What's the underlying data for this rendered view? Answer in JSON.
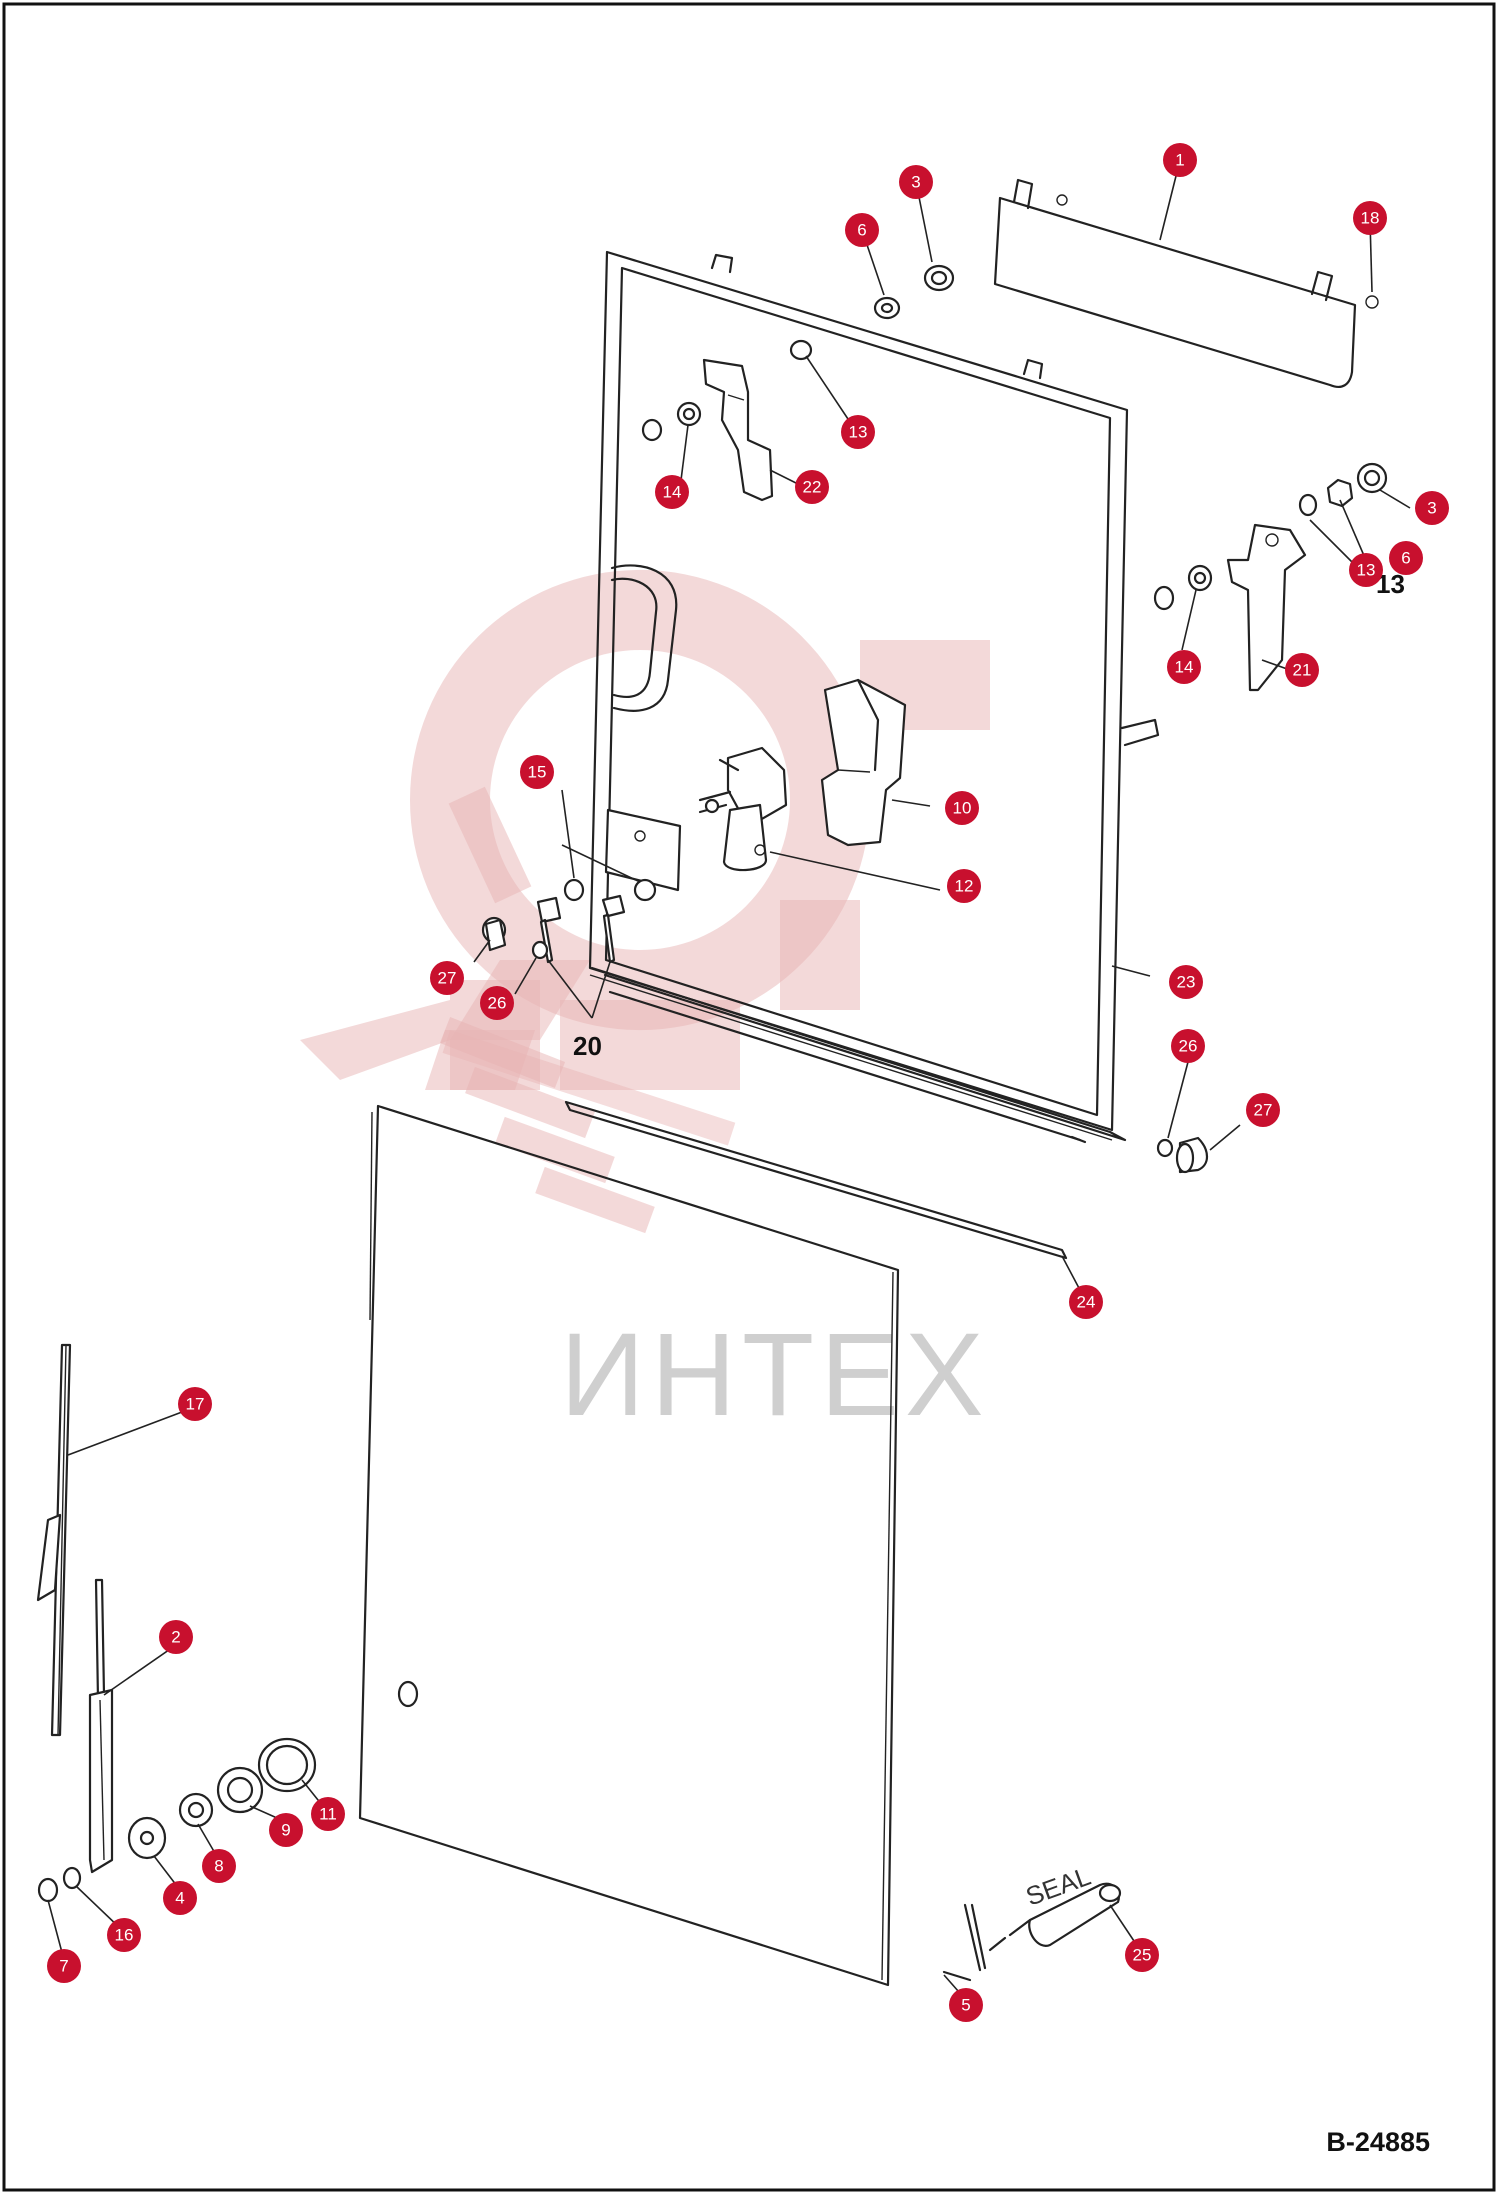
{
  "drawing_code": "B-24885",
  "seal_label": "SEAL",
  "watermark_text": "ИНТЕХ",
  "accent_color": "#c8102e",
  "callouts": [
    "1",
    "3",
    "6",
    "18",
    "13",
    "14",
    "22",
    "3",
    "6",
    "13",
    "14",
    "21",
    "15",
    "10",
    "12",
    "27",
    "26",
    "23",
    "20",
    "26",
    "27",
    "24",
    "17",
    "2",
    "11",
    "9",
    "8",
    "4",
    "16",
    "7",
    "5",
    "25"
  ],
  "plain_numbers": [
    "13",
    "20"
  ]
}
